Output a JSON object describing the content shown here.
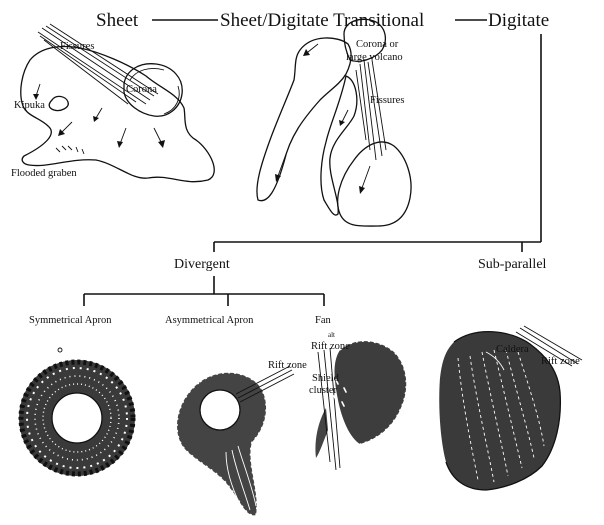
{
  "top_row": {
    "sheet": "Sheet",
    "transitional": "Sheet/Digitate Transitional",
    "digitate": "Digitate"
  },
  "sheet_sketch": {
    "fissures": "Fissures",
    "corona": "Corona",
    "kipuka": "Kipuka",
    "flooded_graben": "Flooded graben"
  },
  "transitional_sketch": {
    "corona_line1": "Corona or",
    "corona_line2": "large volcano",
    "fissures": "Fissures"
  },
  "middle_row": {
    "divergent": "Divergent",
    "sub_parallel": "Sub-parallel"
  },
  "bottom_row": {
    "symmetrical_apron": "Symmetrical Apron",
    "asymmetrical_apron": "Asymmetrical Apron",
    "fan": "Fan"
  },
  "bottom_sketches": {
    "rift_zone_1": "Rift zone",
    "alt": "alt",
    "rift_zone_2": "Rift zone",
    "shield_cluster_line1": "Shield",
    "shield_cluster_line2": "cluster",
    "caldera": "Caldera",
    "rift_zone_3": "Rift zone"
  }
}
